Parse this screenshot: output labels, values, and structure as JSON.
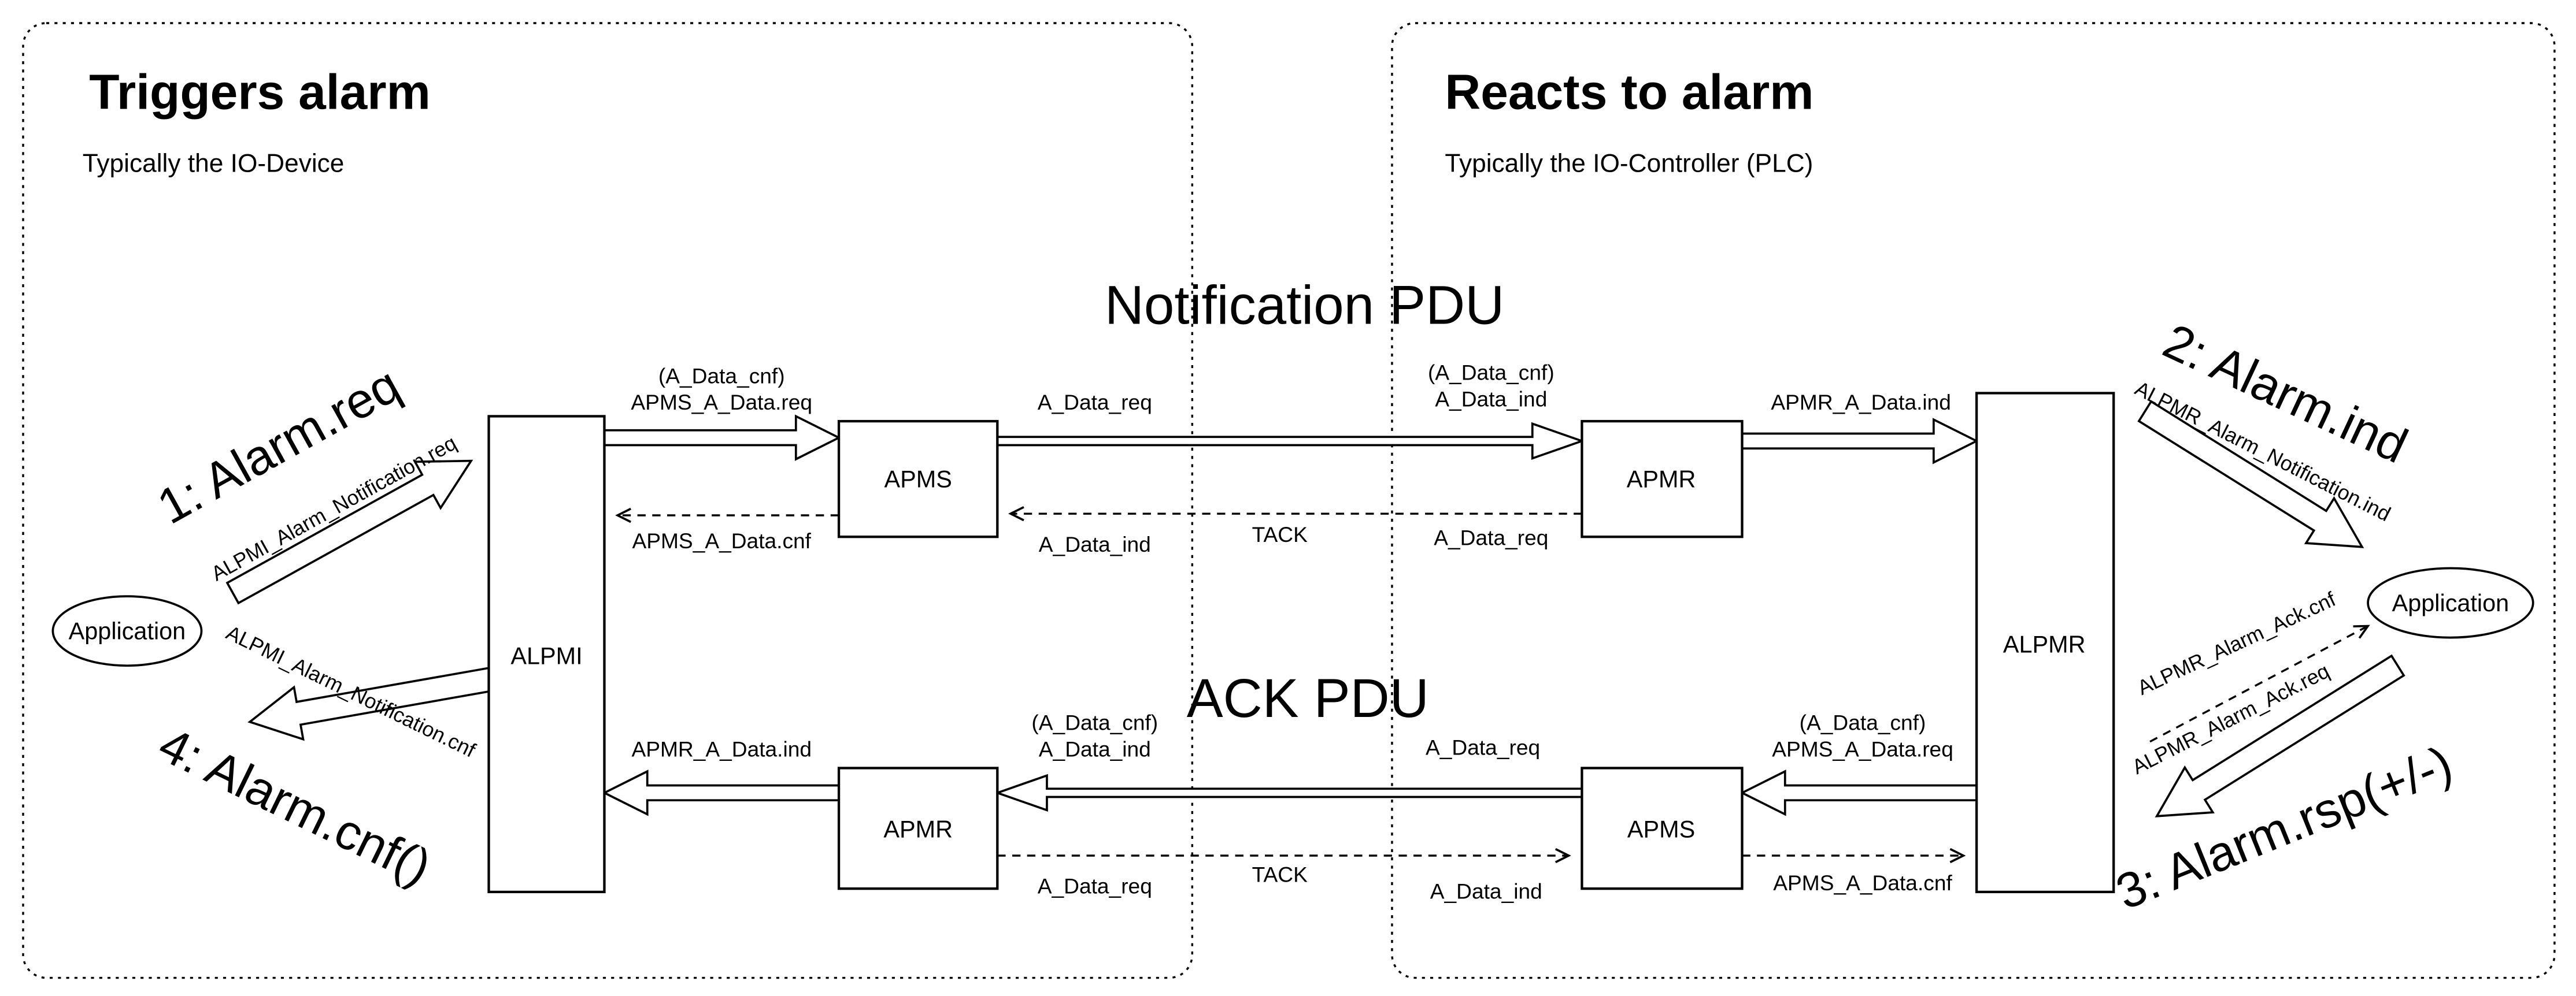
{
  "panels": {
    "left": {
      "title": "Triggers alarm",
      "subtitle": "Typically the IO-Device"
    },
    "right": {
      "title": "Reacts to alarm",
      "subtitle": "Typically the IO-Controller (PLC)"
    }
  },
  "pdu_labels": {
    "notification": "Notification PDU",
    "ack": "ACK PDU"
  },
  "nodes": {
    "application_left": "Application",
    "application_right": "Application",
    "alpmi": "ALPMI",
    "alpmr": "ALPMR",
    "apms_top": "APMS",
    "apmr_top": "APMR",
    "apmr_bottom": "APMR",
    "apms_bottom": "APMS"
  },
  "device_side": {
    "step1_label": "1: Alarm.req",
    "step1_primitive": "ALPMI_Alarm_Notification.req",
    "step4_label": "4: Alarm.cnf()",
    "step4_primitive": "ALPMI_Alarm_Notification.cnf"
  },
  "controller_side": {
    "step2_label": "2: Alarm.ind",
    "step2_primitive": "ALPMR_Alarm_Notification.ind",
    "step3_label": "3: Alarm.rsp(+/-)",
    "ack_req_primitive": "ALPMR_Alarm_Ack.req",
    "ack_cnf_primitive": "ALPMR_Alarm_Ack.cnf"
  },
  "notification_flow": {
    "alpmi_to_apms_cnf": "(A_Data_cnf)",
    "alpmi_to_apms_req": "APMS_A_Data.req",
    "apms_to_alpmi_cnf": "APMS_A_Data.cnf",
    "apms_out_req": "A_Data_req",
    "apmr_in_cnf": "(A_Data_cnf)",
    "apmr_in_ind": "A_Data_ind",
    "tack_label": "TACK",
    "apms_back_ind": "A_Data_ind",
    "apmr_back_req": "A_Data_req",
    "apmr_to_alpmr_ind": "APMR_A_Data.ind"
  },
  "ack_flow": {
    "alpmr_to_apms_cnf": "(A_Data_cnf)",
    "alpmr_to_apms_req": "APMS_A_Data.req",
    "apms_to_alpmr_cnf": "APMS_A_Data.cnf",
    "apms_out_req": "A_Data_req",
    "apmr_in_cnf": "(A_Data_cnf)",
    "apmr_in_ind": "A_Data_ind",
    "tack_label": "TACK",
    "apmr_back_req": "A_Data_req",
    "apms_back_ind": "A_Data_ind",
    "apmr_to_alpmi_ind": "APMR_A_Data.ind"
  },
  "colors": {
    "ink": "#000000",
    "background": "#ffffff"
  }
}
